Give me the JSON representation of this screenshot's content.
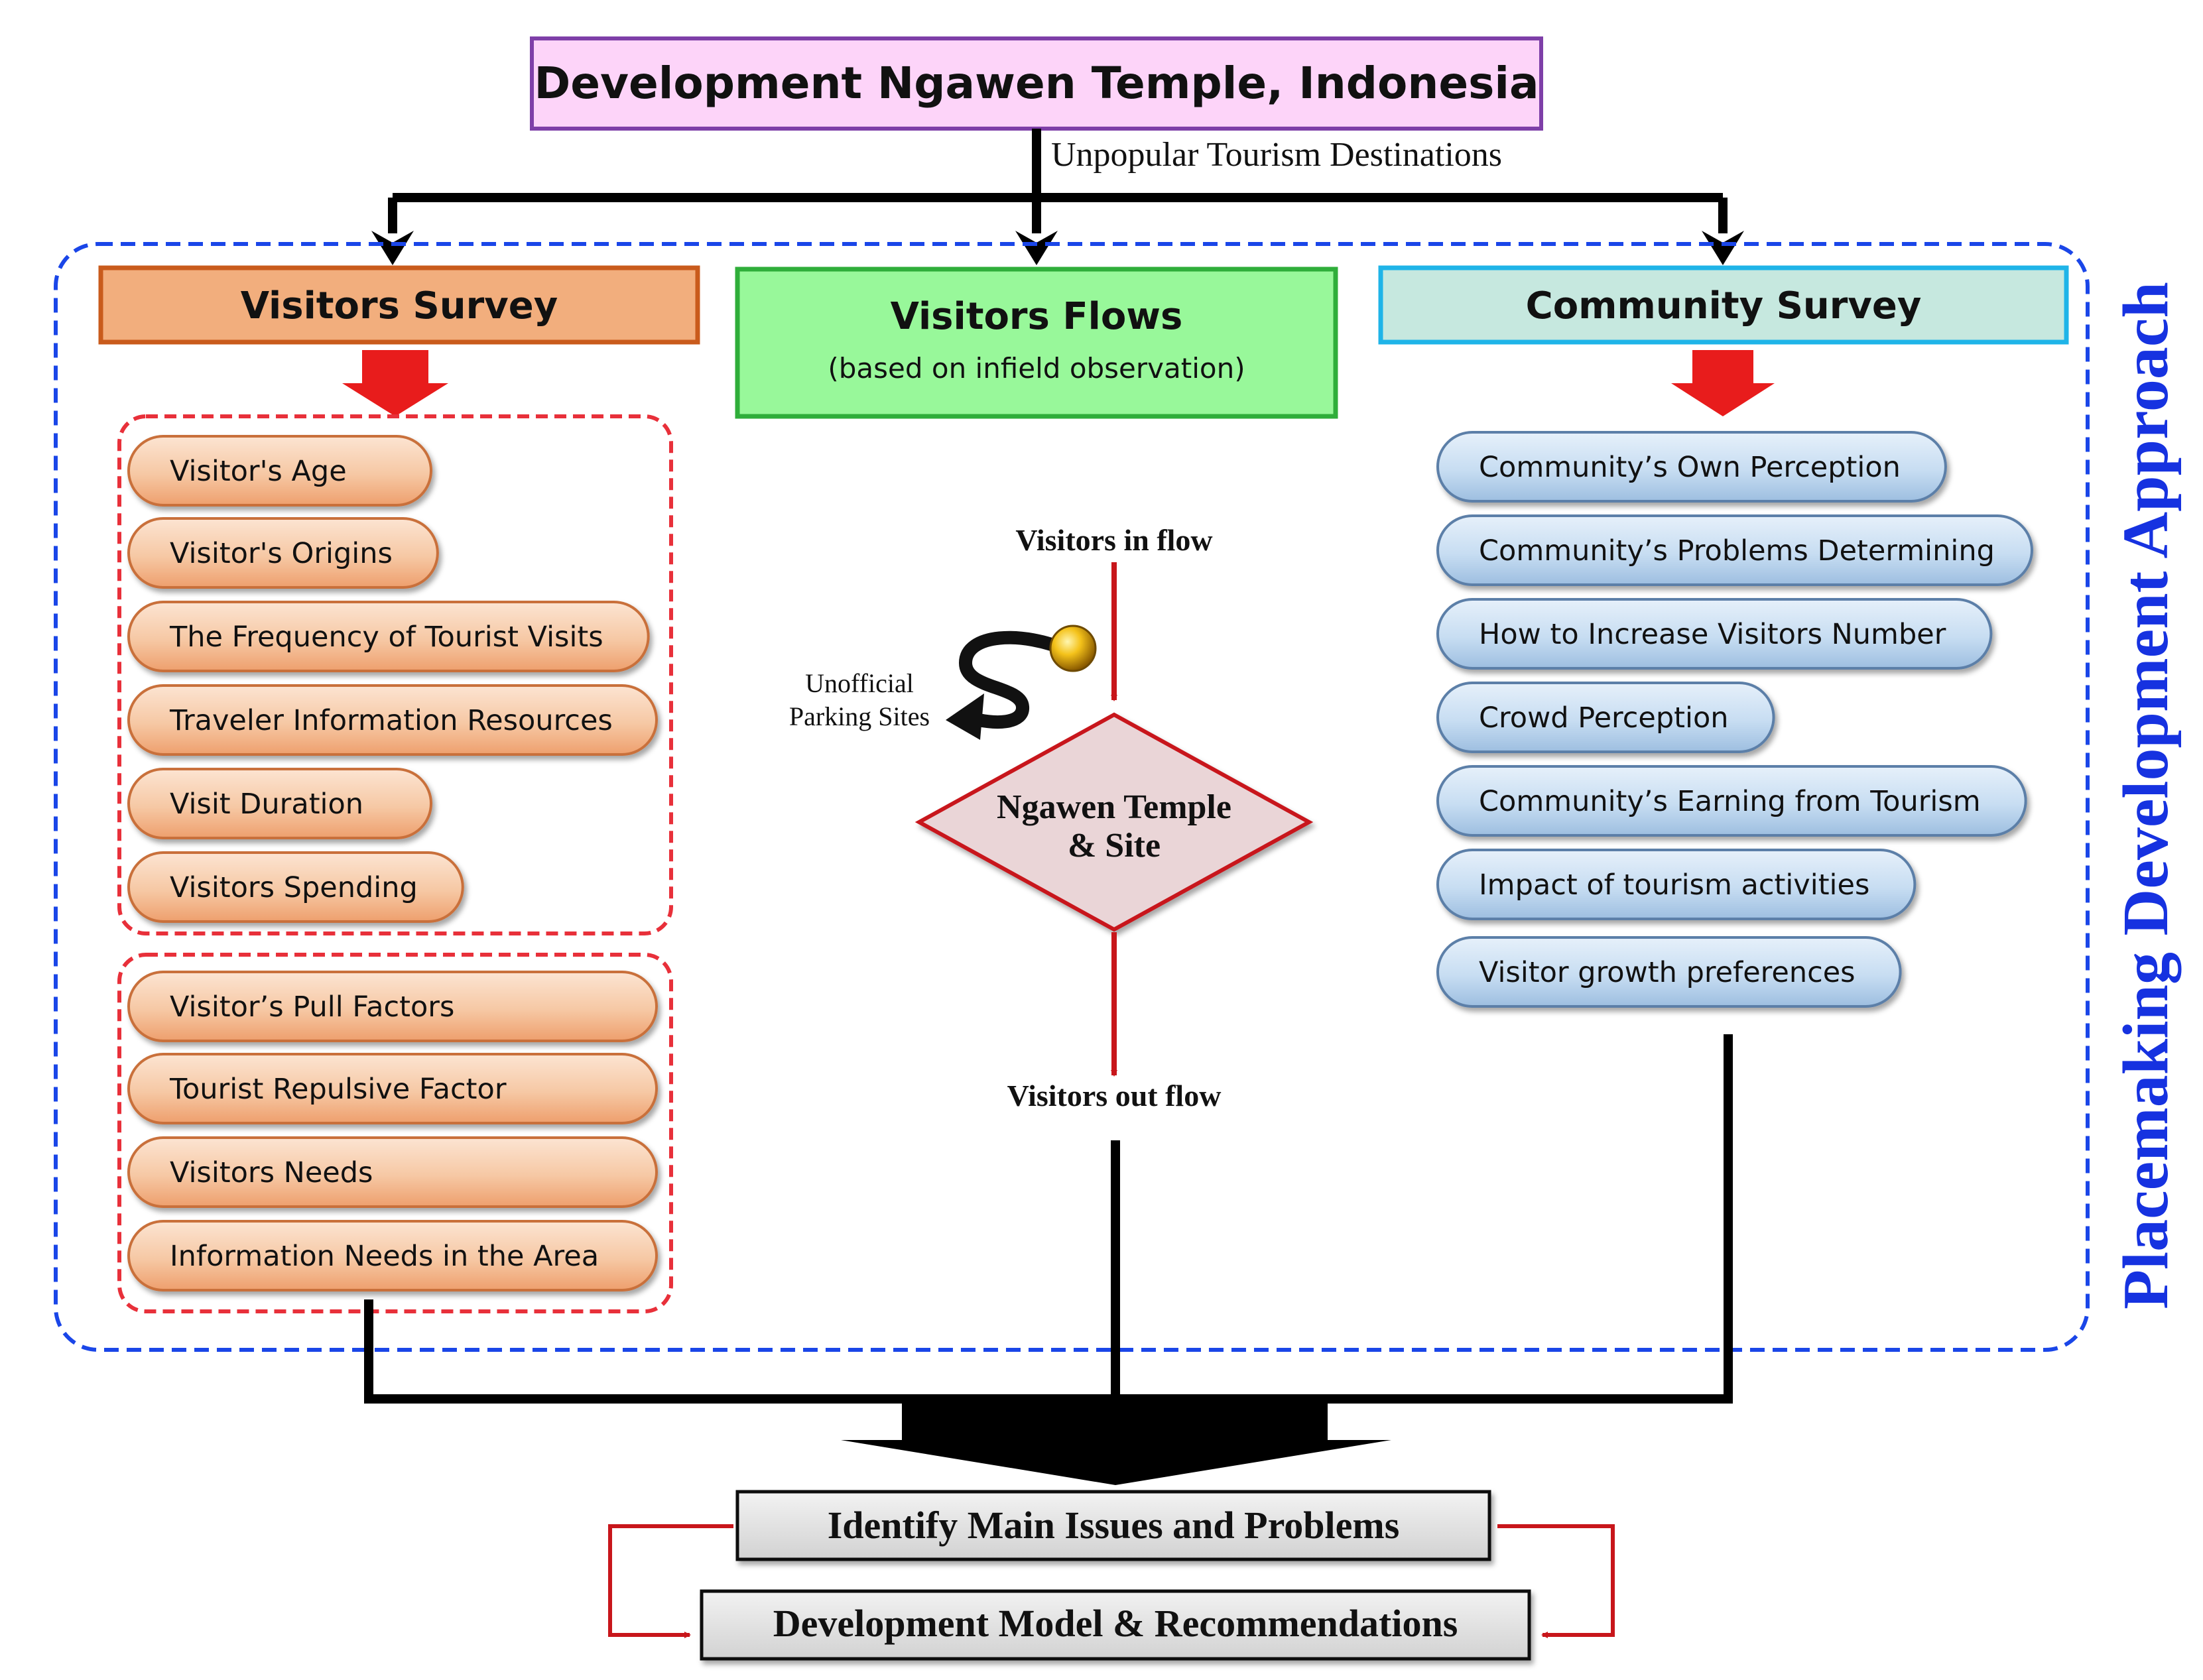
{
  "title": "Development Ngawen Temple, Indonesia",
  "subtitle": "Unpopular Tourism Destinations",
  "side_label": "Placemaking Development Approach",
  "visitors_survey": {
    "header": "Visitors Survey",
    "group1": [
      "Visitor's Age",
      "Visitor's Origins",
      "The Frequency of Tourist Visits",
      "Traveler Information Resources",
      "Visit Duration",
      "Visitors Spending"
    ],
    "group2": [
      "Visitor’s Pull Factors",
      "Tourist Repulsive Factor",
      "Visitors Needs",
      "Information Needs in the Area"
    ]
  },
  "visitors_flows": {
    "header": "Visitors Flows",
    "subheader": "(based on infield observation)",
    "in_flow": "Visitors in flow",
    "out_flow": "Visitors out flow",
    "parking_line1": "Unofficial",
    "parking_line2": "Parking Sites",
    "site_line1": "Ngawen Temple",
    "site_line2": "& Site"
  },
  "community_survey": {
    "header": "Community Survey",
    "items": [
      "Community’s Own Perception",
      "Community’s Problems Determining",
      "How to Increase Visitors Number",
      "Crowd Perception",
      "Community’s Earning from Tourism",
      "Impact of tourism activities",
      "Visitor growth preferences"
    ]
  },
  "outputs": {
    "identify": "Identify Main Issues and Problems",
    "model": "Development Model & Recommendations"
  },
  "colors": {
    "title_bg": "#FDD4F9",
    "title_border": "#7E3FA8",
    "visitors_header_bg": "#F2AE7D",
    "visitors_header_border": "#C95B1C",
    "flows_header_bg": "#98F89A",
    "flows_header_border": "#2FAE3A",
    "community_header_bg": "#C6E8DF",
    "community_header_border": "#1FB4E8",
    "orange_pill": "#F6C8A4",
    "blue_pill": "#C7DDF2",
    "dashed_blue": "#1A46E8",
    "dashed_red": "#E8303A",
    "arrow_red": "#E81C1C",
    "side_label": "#1632E0"
  }
}
